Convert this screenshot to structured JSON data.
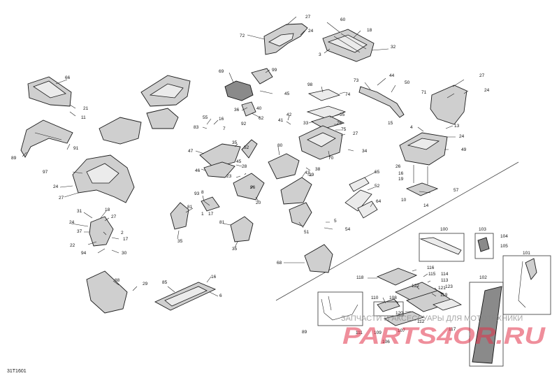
{
  "diagram": {
    "code": "31T1601",
    "watermark_text": "ЗАПЧАСТИ И АКСЕССУАРЫ ДЛЯ МОТОТЕХНИКИ",
    "watermark_logo": "PARTS4OR.RU",
    "callouts": [
      {
        "id": "c27a",
        "t": "27"
      },
      {
        "id": "c24a",
        "t": "24"
      },
      {
        "id": "c72",
        "t": "72"
      },
      {
        "id": "c60",
        "t": "60"
      },
      {
        "id": "c18a",
        "t": "18"
      },
      {
        "id": "c3",
        "t": "3"
      },
      {
        "id": "c32",
        "t": "32"
      },
      {
        "id": "c66",
        "t": "66"
      },
      {
        "id": "c21",
        "t": "21"
      },
      {
        "id": "c11",
        "t": "11"
      },
      {
        "id": "c69",
        "t": "69"
      },
      {
        "id": "c99",
        "t": "99"
      },
      {
        "id": "c45a",
        "t": "45"
      },
      {
        "id": "c36",
        "t": "36"
      },
      {
        "id": "c40",
        "t": "40"
      },
      {
        "id": "c92",
        "t": "92"
      },
      {
        "id": "c62",
        "t": "62"
      },
      {
        "id": "c98",
        "t": "98"
      },
      {
        "id": "c74",
        "t": "74"
      },
      {
        "id": "c73",
        "t": "73"
      },
      {
        "id": "c44",
        "t": "44"
      },
      {
        "id": "c50",
        "t": "50"
      },
      {
        "id": "c15",
        "t": "15"
      },
      {
        "id": "c27b",
        "t": "27"
      },
      {
        "id": "c71",
        "t": "71"
      },
      {
        "id": "c24b",
        "t": "24"
      },
      {
        "id": "c55",
        "t": "55"
      },
      {
        "id": "c83",
        "t": "83"
      },
      {
        "id": "c16a",
        "t": "16"
      },
      {
        "id": "c7",
        "t": "7"
      },
      {
        "id": "c42",
        "t": "42"
      },
      {
        "id": "c95",
        "t": "95"
      },
      {
        "id": "c41",
        "t": "41"
      },
      {
        "id": "c33",
        "t": "33"
      },
      {
        "id": "c76",
        "t": "76"
      },
      {
        "id": "c75",
        "t": "75"
      },
      {
        "id": "c27c",
        "t": "27"
      },
      {
        "id": "c4",
        "t": "4"
      },
      {
        "id": "c13",
        "t": "13"
      },
      {
        "id": "c24c",
        "t": "24"
      },
      {
        "id": "c89a",
        "t": "89"
      },
      {
        "id": "c91",
        "t": "91"
      },
      {
        "id": "c47",
        "t": "47"
      },
      {
        "id": "c35a",
        "t": "35"
      },
      {
        "id": "c52a",
        "t": "52"
      },
      {
        "id": "c80",
        "t": "80"
      },
      {
        "id": "c34",
        "t": "34"
      },
      {
        "id": "c70",
        "t": "70"
      },
      {
        "id": "c49",
        "t": "49"
      },
      {
        "id": "c26",
        "t": "26"
      },
      {
        "id": "c97",
        "t": "97"
      },
      {
        "id": "c45b",
        "t": "45"
      },
      {
        "id": "c46",
        "t": "46"
      },
      {
        "id": "c28",
        "t": "28"
      },
      {
        "id": "c23",
        "t": "23"
      },
      {
        "id": "c38",
        "t": "38"
      },
      {
        "id": "c39",
        "t": "39"
      },
      {
        "id": "c16b",
        "t": "16"
      },
      {
        "id": "c19",
        "t": "19"
      },
      {
        "id": "c24d",
        "t": "24"
      },
      {
        "id": "c27d",
        "t": "27"
      },
      {
        "id": "c96",
        "t": "96"
      },
      {
        "id": "c43",
        "t": "43"
      },
      {
        "id": "c65",
        "t": "65"
      },
      {
        "id": "c57",
        "t": "57"
      },
      {
        "id": "c93",
        "t": "93"
      },
      {
        "id": "c8",
        "t": "8"
      },
      {
        "id": "c20",
        "t": "20"
      },
      {
        "id": "c52b",
        "t": "52"
      },
      {
        "id": "c10",
        "t": "10"
      },
      {
        "id": "c14",
        "t": "14"
      },
      {
        "id": "c31",
        "t": "31"
      },
      {
        "id": "c18b",
        "t": "18"
      },
      {
        "id": "c81a",
        "t": "81"
      },
      {
        "id": "c64",
        "t": "64"
      },
      {
        "id": "c24e",
        "t": "24"
      },
      {
        "id": "c27e",
        "t": "27"
      },
      {
        "id": "c1",
        "t": "1"
      },
      {
        "id": "c17a",
        "t": "17"
      },
      {
        "id": "c37",
        "t": "37"
      },
      {
        "id": "c2",
        "t": "2"
      },
      {
        "id": "c22",
        "t": "22"
      },
      {
        "id": "c17b",
        "t": "17"
      },
      {
        "id": "c94",
        "t": "94"
      },
      {
        "id": "c30",
        "t": "30"
      },
      {
        "id": "c81b",
        "t": "81"
      },
      {
        "id": "c5",
        "t": "5"
      },
      {
        "id": "c54",
        "t": "54"
      },
      {
        "id": "c51",
        "t": "51"
      },
      {
        "id": "c35b",
        "t": "35"
      },
      {
        "id": "c35c",
        "t": "35"
      },
      {
        "id": "c100",
        "t": "100"
      },
      {
        "id": "c103",
        "t": "103"
      },
      {
        "id": "c104",
        "t": "104"
      },
      {
        "id": "c105",
        "t": "105"
      },
      {
        "id": "c101",
        "t": "101"
      },
      {
        "id": "c68",
        "t": "68"
      },
      {
        "id": "c116",
        "t": "116"
      },
      {
        "id": "c115",
        "t": "115"
      },
      {
        "id": "c114",
        "t": "114"
      },
      {
        "id": "c113",
        "t": "113"
      },
      {
        "id": "c118",
        "t": "118"
      },
      {
        "id": "c102",
        "t": "102"
      },
      {
        "id": "c88",
        "t": "88"
      },
      {
        "id": "c29",
        "t": "29"
      },
      {
        "id": "c85",
        "t": "85"
      },
      {
        "id": "c16c",
        "t": "16"
      },
      {
        "id": "c6",
        "t": "6"
      },
      {
        "id": "c122",
        "t": "122"
      },
      {
        "id": "c121",
        "t": "121"
      },
      {
        "id": "c123",
        "t": "123"
      },
      {
        "id": "c119",
        "t": "119"
      },
      {
        "id": "c110",
        "t": "110"
      },
      {
        "id": "c108",
        "t": "108"
      },
      {
        "id": "c120",
        "t": "120"
      },
      {
        "id": "c112",
        "t": "112"
      },
      {
        "id": "c89b",
        "t": "89"
      },
      {
        "id": "c111",
        "t": "111"
      },
      {
        "id": "c109",
        "t": "109"
      },
      {
        "id": "c107",
        "t": "107"
      },
      {
        "id": "c117",
        "t": "117"
      },
      {
        "id": "c106",
        "t": "106"
      }
    ]
  }
}
